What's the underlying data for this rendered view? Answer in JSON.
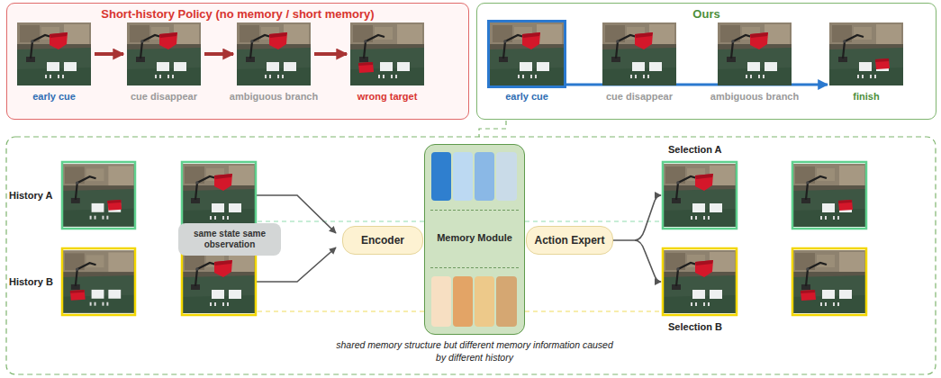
{
  "diagram": {
    "nodes": [
      {
        "text": [
          "Short-history Policy (no memory / short memory)"
        ]
      },
      {
        "text": [
          "early cue"
        ],
        "in": 0
      },
      {
        "text": [
          "cue disappear"
        ],
        "in": 0
      },
      {
        "text": [
          "ambiguous branch"
        ],
        "in": 0
      },
      {
        "text": [
          "wrong target"
        ],
        "in": 0
      },
      {
        "text": [
          "Ours"
        ]
      },
      {
        "text": [
          "early cue"
        ],
        "in": 5
      },
      {
        "text": [
          "cue disappear"
        ],
        "in": 5
      },
      {
        "text": [
          "ambiguous branch"
        ],
        "in": 5
      },
      {
        "text": [
          "finish"
        ],
        "in": 5
      },
      {
        "text": [
          "same state same observation"
        ]
      },
      {
        "text": [
          "Encoder"
        ]
      },
      {
        "text": [
          "Memory Module"
        ]
      },
      {
        "text": [
          "Action Expert"
        ]
      }
    ],
    "edges": [
      {
        "from": 1,
        "to": 2,
        "arrow": "to"
      },
      {
        "from": 2,
        "to": 3,
        "arrow": "to"
      },
      {
        "from": 3,
        "to": 4,
        "arrow": "to"
      },
      {
        "from": 6,
        "to": 9,
        "arrow": "to"
      }
    ],
    "labels": [
      "History A",
      "History B",
      "Selection A",
      "Selection B",
      "shared memory structure but different memory information caused by different history"
    ]
  }
}
